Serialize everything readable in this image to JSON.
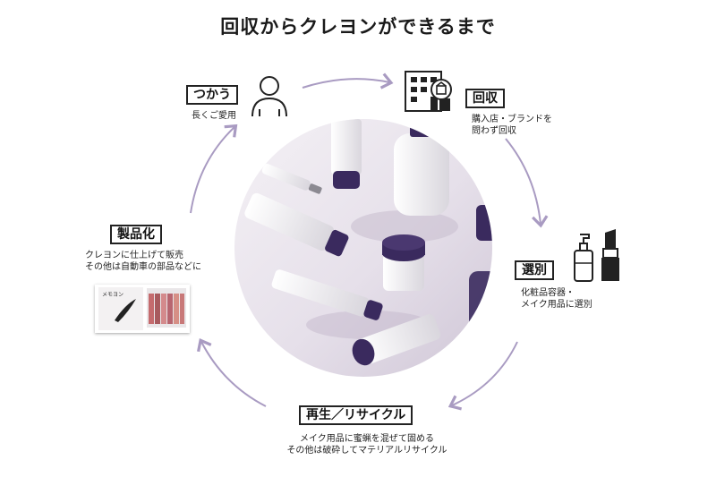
{
  "title": "回収からクレヨンができるまで",
  "steps": {
    "use": {
      "label": "つかう",
      "desc": [
        "長くご愛用"
      ]
    },
    "collect": {
      "label": "回収",
      "desc": [
        "購入店・ブランドを",
        "問わず回収"
      ]
    },
    "sort": {
      "label": "選別",
      "desc": [
        "化粧品容器・",
        "メイク用品に選別"
      ]
    },
    "recycle": {
      "label": "再生／リサイクル",
      "desc": [
        "メイク用品に蜜蝋を混ぜて固める",
        "その他は破砕してマテリアルリサイクル"
      ]
    },
    "product": {
      "label": "製品化",
      "desc": [
        "クレヨンに仕上げて販売",
        "その他は自動車の部品などに"
      ]
    }
  },
  "product_box": {
    "brand": "メモヨン"
  },
  "icons": [
    "person-icon",
    "store-building-icon",
    "pump-bottle-icon",
    "lipstick-icon",
    "crayon-box-image"
  ],
  "colors": {
    "arrow": "#a99bc2",
    "cap": "#3a2a5e",
    "photo_bg": "#ece7ef",
    "crayons": [
      "#c56b6e",
      "#a85a5e",
      "#d48a8c",
      "#b86670",
      "#d68f86",
      "#c87878"
    ]
  }
}
